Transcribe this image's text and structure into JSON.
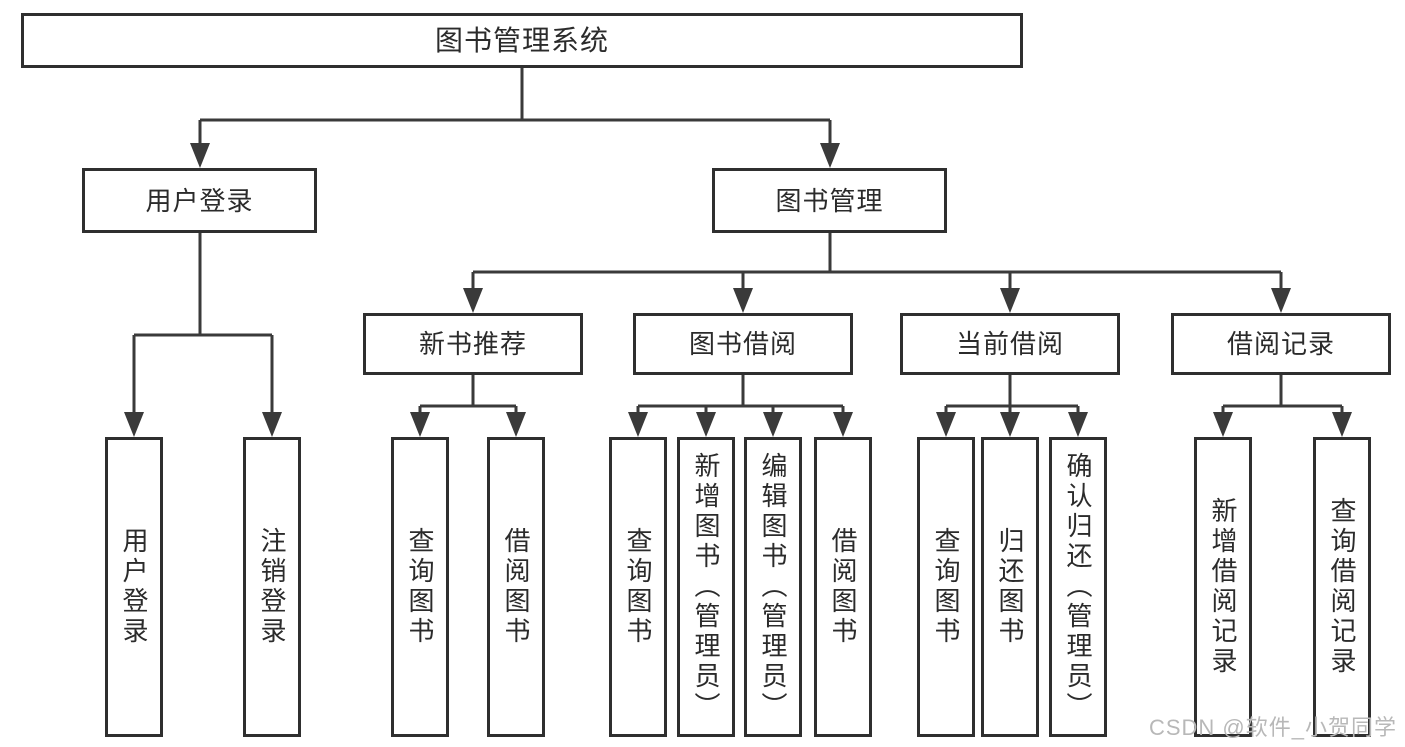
{
  "colors": {
    "line": "#3a3a3a",
    "box_border": "#2f2f2f",
    "text": "#2b2b2b",
    "watermark_text": "#b8b8b8",
    "background": "#ffffff"
  },
  "tree": {
    "label": "图书管理系统",
    "children": [
      {
        "label": "用户登录",
        "children": [
          {
            "label": "用户登录"
          },
          {
            "label": "注销登录"
          }
        ]
      },
      {
        "label": "图书管理",
        "children": [
          {
            "label": "新书推荐",
            "children": [
              {
                "label": "查询图书"
              },
              {
                "label": "借阅图书"
              }
            ]
          },
          {
            "label": "图书借阅",
            "children": [
              {
                "label": "查询图书"
              },
              {
                "label": "新增图书（管理员）"
              },
              {
                "label": "编辑图书（管理员）"
              },
              {
                "label": "借阅图书"
              }
            ]
          },
          {
            "label": "当前借阅",
            "children": [
              {
                "label": "查询图书"
              },
              {
                "label": "归还图书"
              },
              {
                "label": "确认归还（管理员）"
              }
            ]
          },
          {
            "label": "借阅记录",
            "children": [
              {
                "label": "新增借阅记录"
              },
              {
                "label": "查询借阅记录"
              }
            ]
          }
        ]
      }
    ]
  },
  "watermark": "CSDN @软件_小贺同学"
}
